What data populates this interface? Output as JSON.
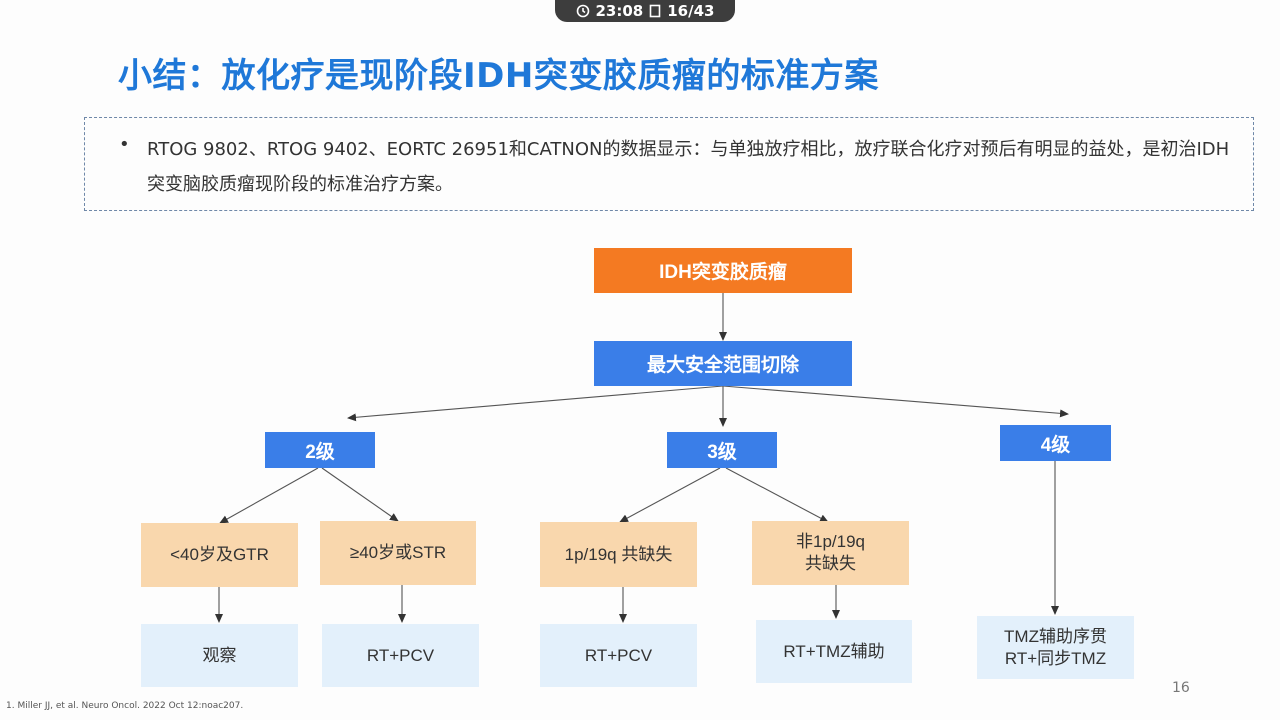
{
  "status": {
    "time": "23:08",
    "page_counter": "16/43"
  },
  "title": "小结：放化疗是现阶段IDH突变胶质瘤的标准方案",
  "summary": {
    "bullet": "•",
    "text": "RTOG 9802、RTOG 9402、EORTC 26951和CATNON的数据显示：与单独放疗相比，放疗联合化疗对预后有明显的益处，是初治IDH突变脑胶质瘤现阶段的标准治疗方案。"
  },
  "flow": {
    "root": "IDH突变胶质瘤",
    "surgery": "最大安全范围切除",
    "grade2": "2级",
    "grade3": "3级",
    "grade4": "4级",
    "g2_young": "<40岁及GTR",
    "g2_old": "≥40岁或STR",
    "g3_codel": "1p/19q 共缺失",
    "g3_noncodel_1": "非1p/19q",
    "g3_noncodel_2": "共缺失",
    "tx_observe": "观察",
    "tx_rt_pcv_1": "RT+PCV",
    "tx_rt_pcv_2": "RT+PCV",
    "tx_rt_tmz": "RT+TMZ辅助",
    "tx_g4_1": "TMZ辅助序贯",
    "tx_g4_2": "RT+同步TMZ"
  },
  "colors": {
    "title": "#1f78d8",
    "root": "#f47a22",
    "grade": "#3a7ee8",
    "condition": "#f9d7ad",
    "treatment": "#e3f0fb"
  },
  "page_number": "16",
  "footnote": "1. Miller JJ, et al. Neuro Oncol. 2022 Oct 12:noac207."
}
